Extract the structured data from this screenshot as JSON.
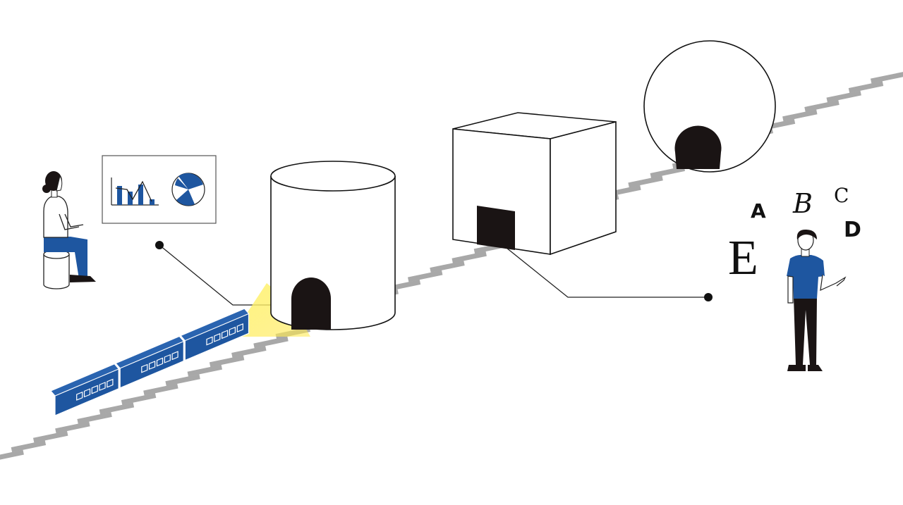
{
  "scene": {
    "letters": {
      "a": "A",
      "b": "B",
      "c": "C",
      "d": "D",
      "e": "E"
    },
    "train": {
      "cars": 3,
      "windows_per_car": 5
    },
    "icons": [
      "seated-person-icon",
      "bar-line-chart-icon",
      "pie-chart-icon",
      "cylinder-building-icon",
      "cube-building-icon",
      "sphere-building-icon",
      "train-icon",
      "standing-person-icon",
      "light-beam"
    ],
    "colors": {
      "accent_blue": "#1e56a0",
      "ink": "#1a1414",
      "rail": "#a8a8a8",
      "light": "#ffe94a",
      "background": "#ffffff"
    }
  }
}
